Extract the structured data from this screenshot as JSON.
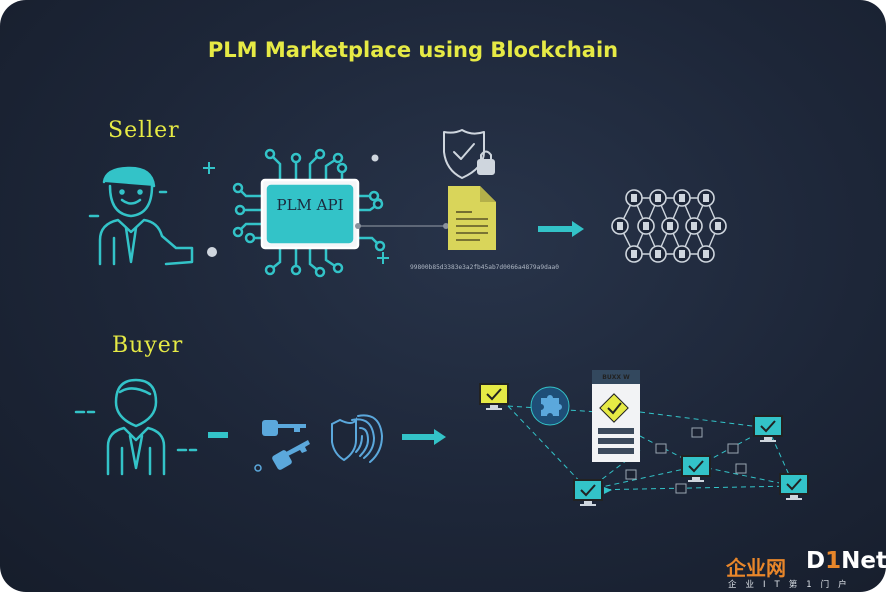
{
  "title": "PLM Marketplace using Blockchain",
  "seller_label": "Seller",
  "buyer_label": "Buyer",
  "api_label": "PLM API",
  "hash": "99800b85d3383e3a2fb45ab7d0066a4879a9daa0",
  "blockchain_label": "BUXX W",
  "watermark": {
    "brand_cn": "企业网",
    "brand_d": "D",
    "brand_1": "1",
    "brand_net": "Net",
    "tagline": "企业IT第1门户"
  },
  "colors": {
    "background": "#1d2638",
    "title": "#e6ea45",
    "teal": "#33c3c8",
    "yellow": "#e6ea45",
    "blue": "#5ba8dc"
  },
  "icons": [
    "seller-person-icon",
    "chip-icon",
    "shield-lock-icon",
    "document-icon",
    "arrow-right-icon",
    "blockchain-network-icon",
    "buyer-person-icon",
    "keys-icon",
    "fingerprint-shield-icon",
    "puzzle-icon",
    "monitor-check-icon"
  ]
}
